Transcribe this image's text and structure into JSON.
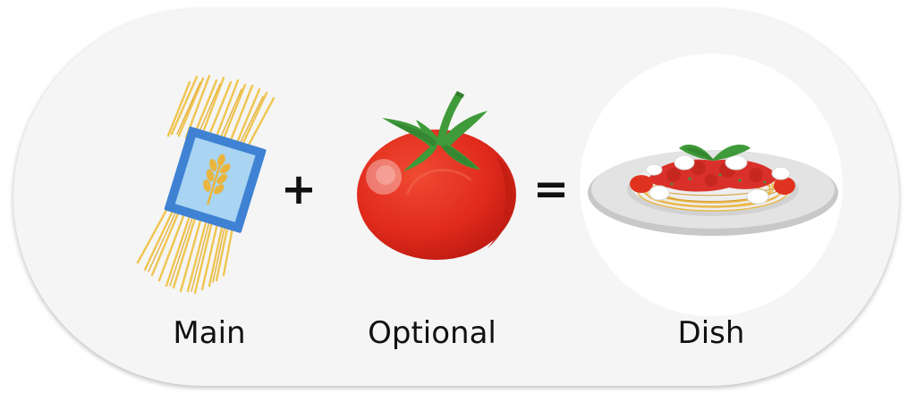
{
  "labels": {
    "main": "Main",
    "optional": "Optional",
    "dish": "Dish"
  },
  "operators": {
    "plus": "+",
    "equals": "="
  },
  "icons": {
    "main": "spaghetti-bundle-icon",
    "optional": "tomato-icon",
    "dish": "spaghetti-plate-icon"
  },
  "colors": {
    "card_background": "#f5f5f5",
    "pasta": "#f2c95a",
    "wrapper_blue": "#3a7fd0",
    "tomato_red": "#e02a1c",
    "leaf_green": "#3f9a3a",
    "sauce_red": "#d9302a",
    "text": "#111111"
  }
}
